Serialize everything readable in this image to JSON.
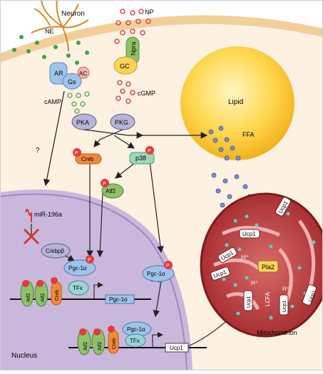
{
  "labels": {
    "neuron": "Neuron",
    "ne": "NE",
    "np": "NP",
    "npra": "Npra",
    "gc": "GC",
    "ar": "AR",
    "gs": "Gs",
    "ac": "AC",
    "camp": "cAMP",
    "cgmp": "cGMP",
    "pka": "PKA",
    "pkg": "PKG",
    "lipid": "Lipid",
    "ffa": "FFA",
    "question": "?",
    "creb": "Creb",
    "p38": "p38",
    "atf2": "Atf2",
    "mir": "miR-196a",
    "cebp": "C/ebpβ",
    "pgc": "Pgc-1α",
    "tfx": "TFx",
    "pgc_gene": "Pgc-1α",
    "ucp1": "Ucp1",
    "ucp1_gene": "Ucp1",
    "hplus": "H⁺",
    "pla2": "Pla2",
    "lcfa": "LCFA",
    "mitochondrion": "Mitochondrion",
    "nucleus": "Nucleus",
    "p": "P"
  },
  "colors": {
    "cytoplasm": "#fbe7cf",
    "membrane": "#f2cf9a",
    "nucleus": "#c9b8dc",
    "lipid": "#ffd24a",
    "mito": "#c8373b",
    "kinase": "#b9b4da",
    "green": "#8fc16a",
    "orange": "#f08a3a",
    "phospho": "#e23b3b",
    "blue": "#9fc3ea"
  }
}
